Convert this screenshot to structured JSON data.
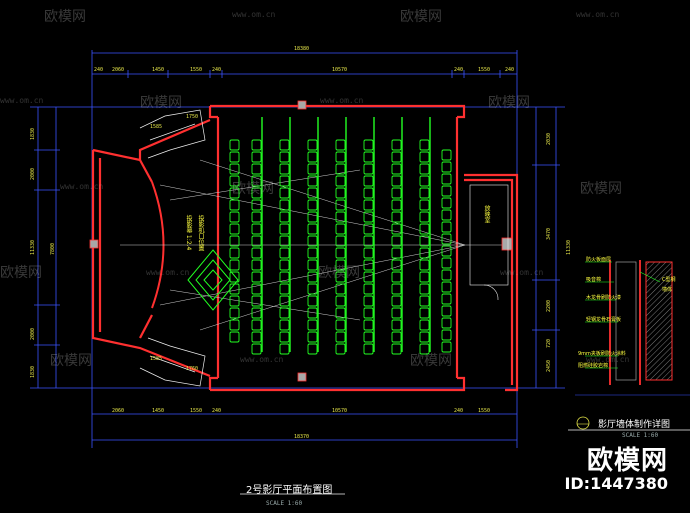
{
  "watermark": {
    "brand": "欧模网",
    "url": "www.om.cn"
  },
  "brand_badge": {
    "name": "欧模网",
    "id": "ID:1447380"
  },
  "plan": {
    "title": "2号影厅平面布置图",
    "scale": "SCALE 1:60",
    "screen_note_1": "投影机口位置",
    "screen_note_2": "投影幕 1:2.4",
    "side_label": "放映室"
  },
  "detail": {
    "title": "影厅墙体制作详图",
    "scale": "SCALE 1:60",
    "notes": [
      "防火板面层",
      "吸音棉",
      "木龙骨刷防火漆",
      "轻钢龙骨石膏板",
      "9mm夹板刷防火涂料",
      "阻燃硅胶岩棉"
    ],
    "side_notes": [
      "C型钢",
      "墙体"
    ]
  },
  "dimensions": {
    "top_total": "18380",
    "top_segments": [
      "240",
      "2060",
      "1450",
      "1550",
      "240",
      "10570",
      "240",
      "1550",
      "240"
    ],
    "bottom_total": "18370",
    "bottom_segments": [
      "2060",
      "1450",
      "1550",
      "240",
      "10570",
      "240",
      "1550"
    ],
    "left": [
      "1830",
      "2000",
      "7800",
      "2000",
      "1830"
    ],
    "left_total": "11330",
    "right": [
      "2030",
      "3470",
      "2200",
      "720",
      "2450"
    ],
    "right_total": "11330",
    "angle_left": [
      "1585",
      "1750"
    ],
    "angle_right": [
      "1585",
      "1760"
    ]
  }
}
